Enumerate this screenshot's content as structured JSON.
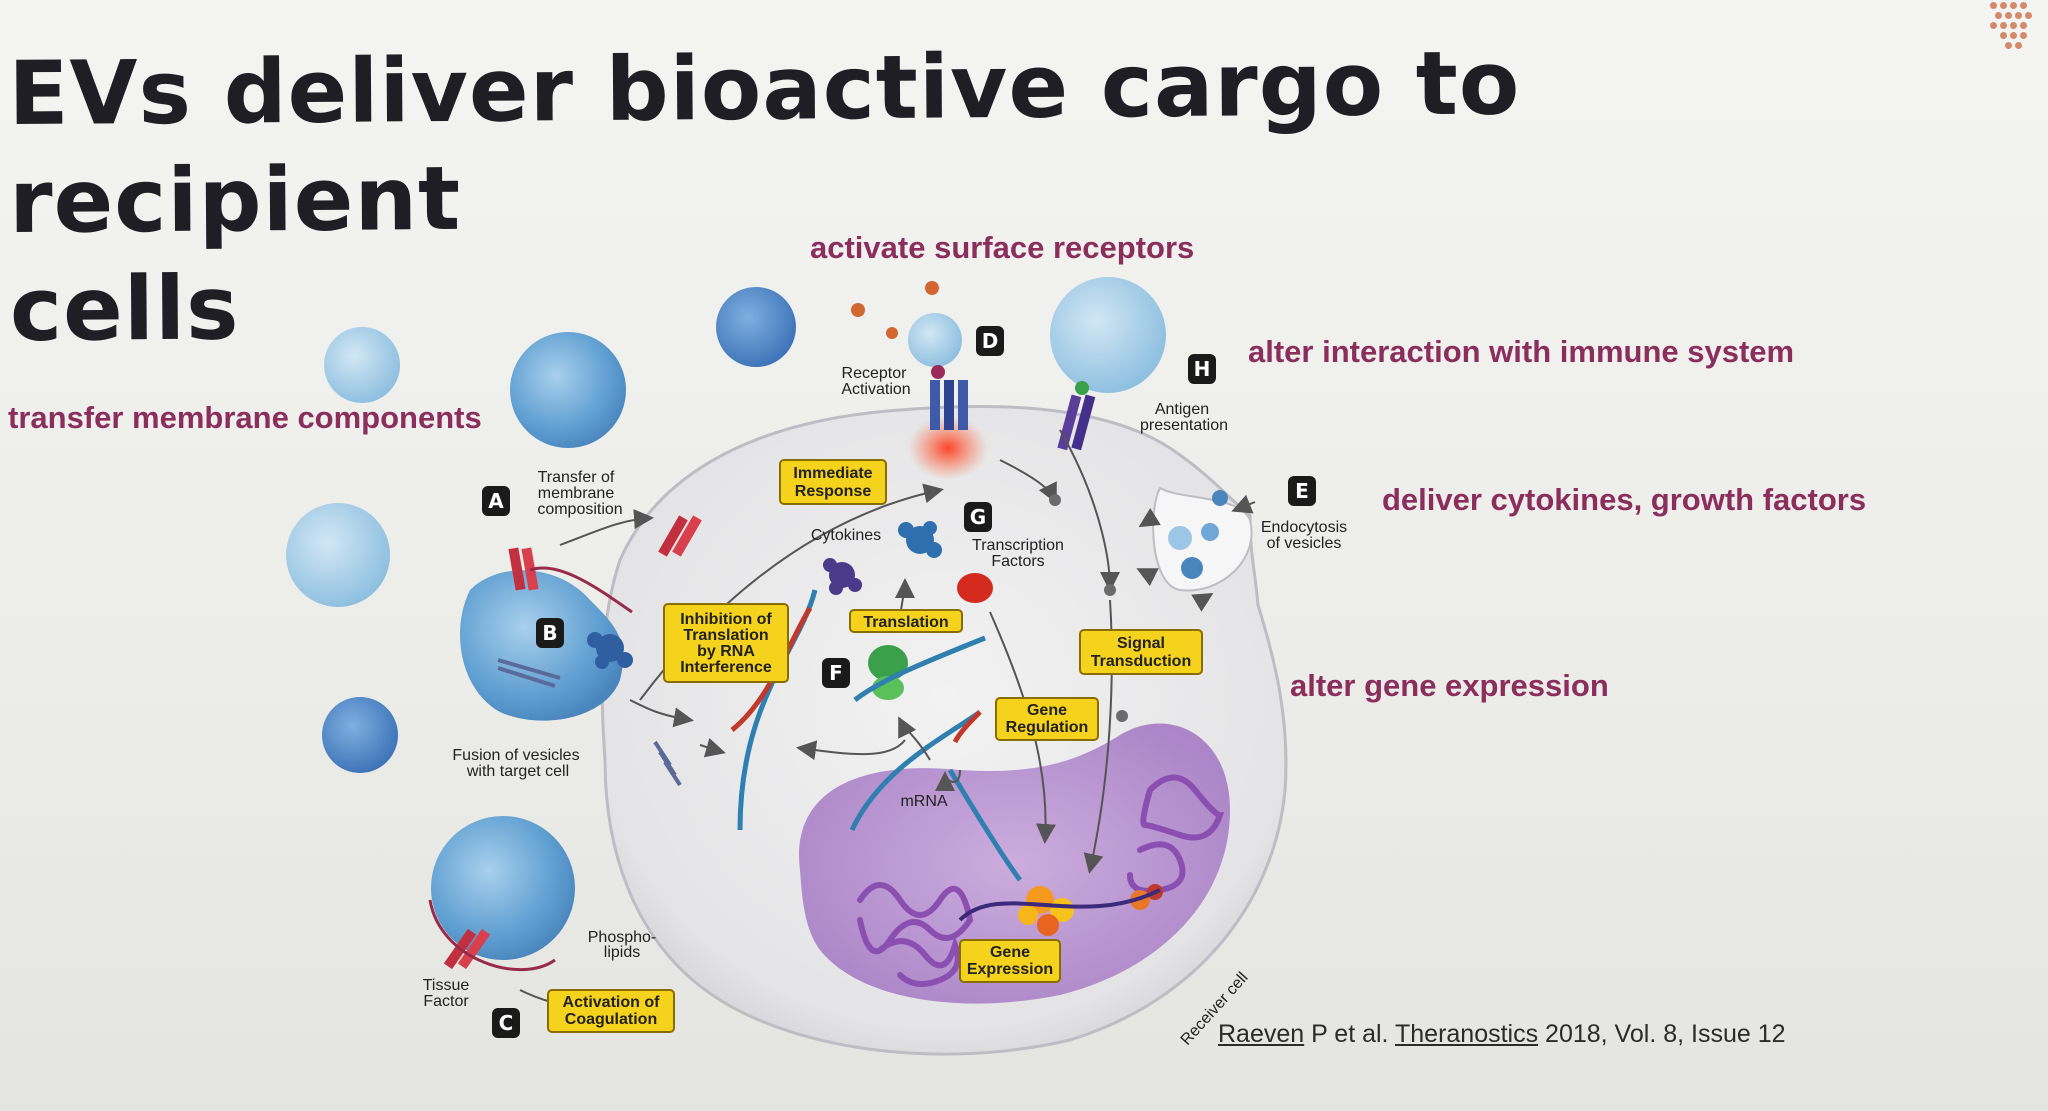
{
  "slide": {
    "title_line1": "EVs deliver bioactive cargo to recipient",
    "title_line2": "cells"
  },
  "callouts": {
    "surface_receptors": "activate surface receptors",
    "immune_system": "alter interaction with immune system",
    "membrane_components": "transfer membrane components",
    "cytokines_growth": "deliver cytokines, growth factors",
    "gene_expression": "alter gene expression"
  },
  "diagram": {
    "letters": {
      "A": "A",
      "B": "B",
      "C": "C",
      "D": "D",
      "E": "E",
      "F": "F",
      "G": "G",
      "H": "H"
    },
    "labels": {
      "transfer_membrane_1": "Transfer of",
      "transfer_membrane_2": "membrane",
      "transfer_membrane_3": "composition",
      "receptor_1": "Receptor",
      "receptor_2": "Activation",
      "antigen_1": "Antigen",
      "antigen_2": "presentation",
      "endocytosis_1": "Endocytosis",
      "endocytosis_2": "of vesicles",
      "cytokines": "Cytokines",
      "transcription_1": "Transcription",
      "transcription_2": "Factors",
      "fusion_1": "Fusion of vesicles",
      "fusion_2": "with target cell",
      "mrna": "mRNA",
      "phospho_1": "Phospho-",
      "phospho_2": "lipids",
      "tissue_1": "Tissue",
      "tissue_2": "Factor",
      "receiver": "Receiver cell"
    },
    "boxes": {
      "immediate_1": "Immediate",
      "immediate_2": "Response",
      "inhibition_1": "Inhibition of",
      "inhibition_2": "Translation",
      "inhibition_3": "by RNA",
      "inhibition_4": "Interference",
      "translation": "Translation",
      "signal_1": "Signal",
      "signal_2": "Transduction",
      "gene_reg_1": "Gene",
      "gene_reg_2": "Regulation",
      "gene_exp_1": "Gene",
      "gene_exp_2": "Expression",
      "coag_1": "Activation of",
      "coag_2": "Coagulation"
    }
  },
  "citation": {
    "author": "Raeven",
    "rest1": " P et al. ",
    "journal": "Theranostics",
    "rest2": " 2018, Vol. 8, Issue 12"
  },
  "colors": {
    "callout": "#8b2e5d",
    "box_fill": "#f5d21c",
    "vesicle": "#6fa8d6",
    "nucleus": "#a77ac6"
  }
}
